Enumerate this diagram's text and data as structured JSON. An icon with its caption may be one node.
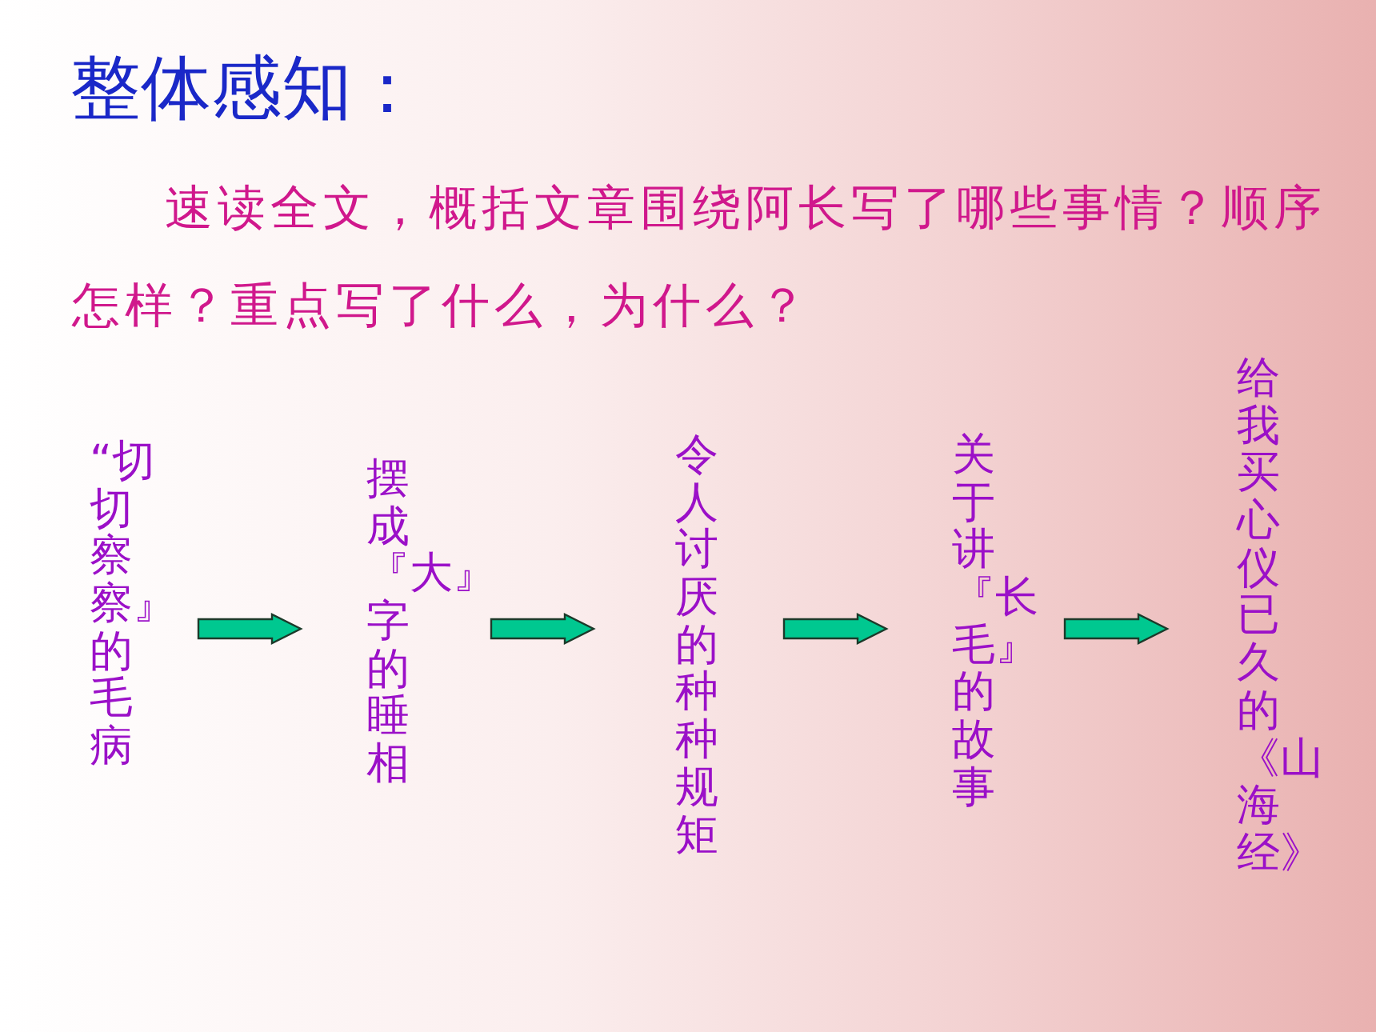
{
  "diagram": {
    "title": "整体感知：",
    "nodes": [
      {
        "text": [
          "“切切察察』的毛病"
        ]
      },
      {
        "text": [
          "摆成『大』字的睡相"
        ]
      },
      {
        "text": [
          "令人讨厌的种种规矩"
        ]
      },
      {
        "text": [
          "关于讲『长毛』的故事"
        ]
      },
      {
        "text": [
          "给我买心仪已久的《山海经》"
        ]
      }
    ],
    "edges": [
      {
        "from": 0,
        "to": 1,
        "arrow": "to"
      },
      {
        "from": 1,
        "to": 2,
        "arrow": "to"
      },
      {
        "from": 2,
        "to": 3,
        "arrow": "to"
      },
      {
        "from": 3,
        "to": 4,
        "arrow": "to"
      }
    ],
    "labels": [
      "速读全文，概括文章围绕阿长写了哪些事情？顺序怎样？重点写了什么，为什么？"
    ]
  }
}
